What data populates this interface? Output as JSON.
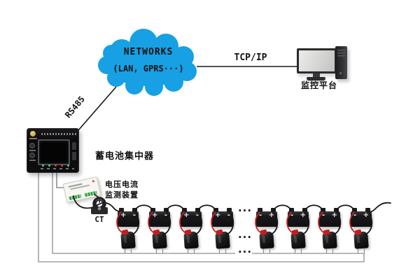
{
  "cloud": {
    "line1": "NETWORKS",
    "line2": "(LAN, GPRS···)",
    "fill": "#17a0e3"
  },
  "connections": {
    "tcp_label": "TCP/IP",
    "rs485_label": "RS485"
  },
  "monitoring_platform": {
    "label": "监控平台"
  },
  "concentrator": {
    "label": "蓄电池集中器"
  },
  "vc_monitor": {
    "line1": "电压电流",
    "line2": "监测装置"
  },
  "ct": {
    "label": "CT"
  },
  "battery_string": {
    "ellipsis": "···",
    "batteries": [
      {
        "left": "+",
        "right": "-"
      },
      {
        "left": "+",
        "right": "-"
      },
      {
        "left": "+",
        "right": "-"
      },
      {
        "left": "+",
        "right": "-"
      },
      {
        "left": "-",
        "right": "+"
      },
      {
        "left": "-",
        "right": "+"
      },
      {
        "left": "-",
        "right": "+"
      },
      {
        "left": "-",
        "right": "+"
      }
    ]
  },
  "icons": {
    "network-cloud": "css-cloud-shape",
    "monitoring-pc": "css-monitor-and-tower",
    "concentrator-device": "css-panel",
    "vc-monitor-device": "css-module",
    "ct-clamp": "svg-ring",
    "battery": "css-box",
    "battery-sensor": "css-plug"
  },
  "colors": {
    "cloud": "#17a0e3",
    "wire_red": "#c9201f",
    "wire_black": "#161616",
    "bus_gray": "#8f8f8f"
  }
}
